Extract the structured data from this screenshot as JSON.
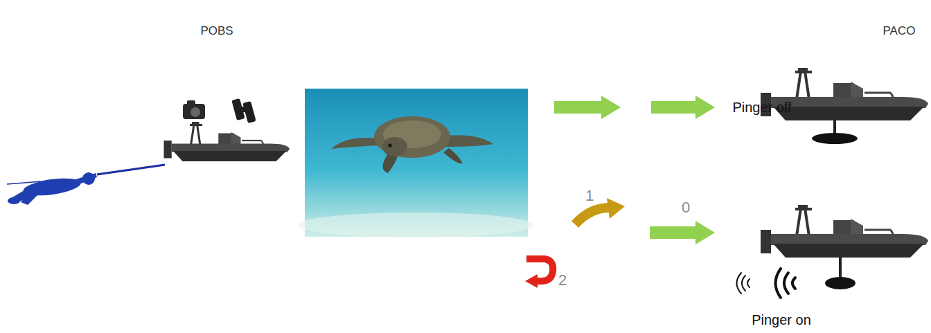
{
  "diagram": {
    "nodes": [
      {
        "text": [
          "POBS"
        ]
      },
      {
        "text": [
          "PACO",
          "Pinger off"
        ]
      },
      {
        "text": [
          "Pinger on"
        ]
      }
    ],
    "labels": [
      "1",
      "0",
      "2"
    ]
  }
}
